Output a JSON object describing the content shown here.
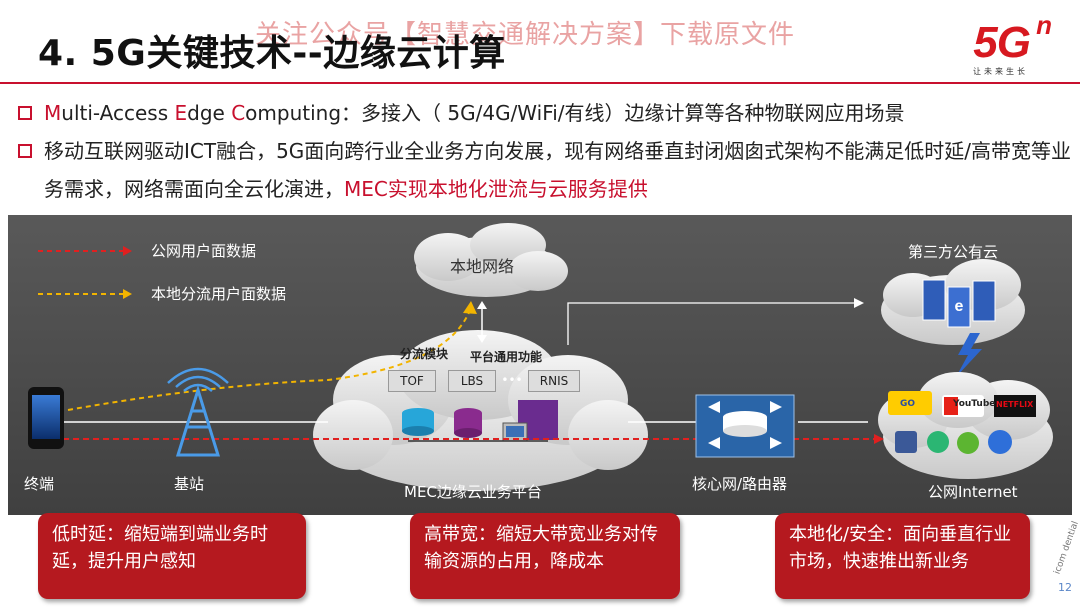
{
  "watermark": "关注公众号【智慧交通解决方案】下载原文件",
  "title": "4. 5G关键技术--边缘云计算",
  "logo": {
    "text": "5G",
    "superscript": "n",
    "slogan": "让未来生长"
  },
  "bullets": [
    {
      "segments": [
        {
          "text": "M",
          "red": true
        },
        {
          "text": "ulti-Access ",
          "red": false
        },
        {
          "text": "E",
          "red": true
        },
        {
          "text": "dge ",
          "red": false
        },
        {
          "text": "C",
          "red": true
        },
        {
          "text": "omputing：多接入（ 5G/4G/WiFi/有线）边缘计算等各种物联网应用场景",
          "red": false
        }
      ]
    },
    {
      "segments": [
        {
          "text": "移动互联网驱动ICT融合，5G面向跨行业全业务方向发展，现有网络垂直封闭烟囱式架构不能满足低时延/高带宽等业务需求，网络需面向全云化演进，",
          "red": false
        },
        {
          "text": "MEC实现本地化泄流与云服务提供",
          "red": true
        }
      ]
    }
  ],
  "diagram": {
    "legend": [
      {
        "label": "公网用户面数据",
        "color": "#e02020"
      },
      {
        "label": "本地分流用户面数据",
        "color": "#f2b400"
      }
    ],
    "local_network": "本地网络",
    "third_party_cloud": "第三方公有云",
    "mec_platform": {
      "label": "MEC边缘云业务平台",
      "module_label": "分流模块",
      "common_label": "平台通用功能",
      "chips": [
        "TOF",
        "LBS",
        "•••",
        "RNIS"
      ]
    },
    "nodes": {
      "terminal": "终端",
      "base_station": "基站",
      "core_router": "核心网/路由器",
      "public_internet": "公网Internet"
    },
    "apps": [
      "GO",
      "YouTube",
      "NETFLIX"
    ]
  },
  "callouts": [
    {
      "title": "低时延：",
      "text": "缩短端到端业务时延，提升用户感知"
    },
    {
      "title": "高带宽：",
      "text": "缩短大带宽业务对传输资源的占用，降成本"
    },
    {
      "title": "本地化/安全：",
      "text": "面向垂直行业市场，快速推出新业务"
    }
  ],
  "page_number": "12",
  "stamp_text": "icom dential"
}
